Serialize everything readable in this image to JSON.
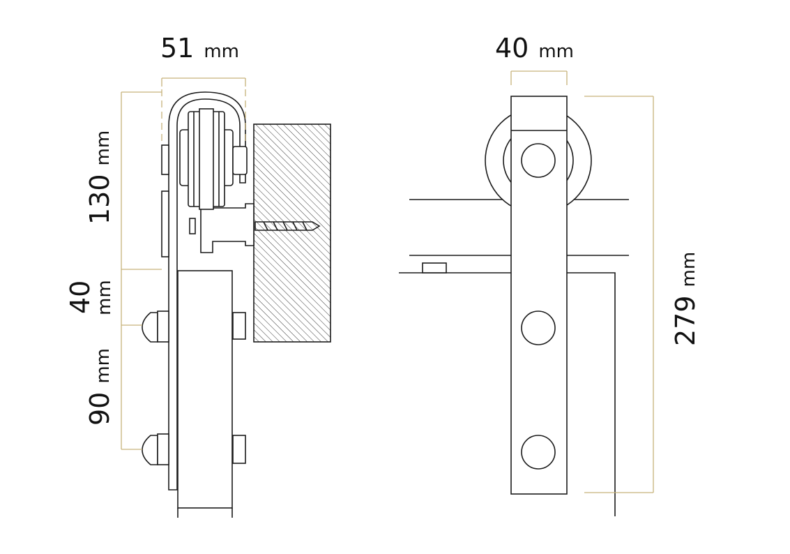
{
  "dimensions": {
    "left_width": {
      "value": "51",
      "unit": "mm"
    },
    "upper_height": {
      "value": "130",
      "unit": "mm"
    },
    "mid_height": {
      "value": "40",
      "unit": "mm"
    },
    "bolt_spacing": {
      "value": "90",
      "unit": "mm"
    },
    "right_width": {
      "value": "40",
      "unit": "mm"
    },
    "strap_length": {
      "value": "279",
      "unit": "mm"
    }
  },
  "colors": {
    "line": "#1a1a1a",
    "dimension_line": "#c7b27a",
    "background": "#ffffff"
  }
}
